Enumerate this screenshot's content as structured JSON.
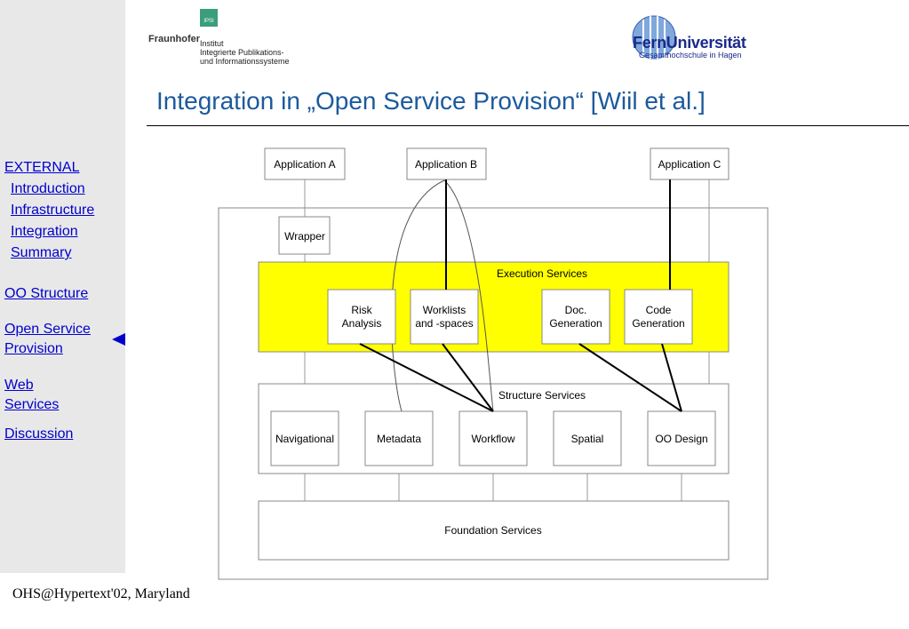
{
  "slide": {
    "title": "Integration in „Open Service Provision“ [Wiil et al.]",
    "footer": "OHS@Hypertext'02, Maryland"
  },
  "logos": {
    "fraunhofer": {
      "word": "Fraunhofer",
      "ipsi": "IPSI",
      "institute_lines": [
        "Institut",
        "Integrierte Publikations-",
        "und Informationssysteme"
      ]
    },
    "fernuni": {
      "name": "FernUniversität",
      "subtitle": "Gesamthochschule in Hagen"
    }
  },
  "sidebar": {
    "items": [
      {
        "label": "EXTERNAL",
        "level": 0
      },
      {
        "label": "Introduction",
        "level": 1
      },
      {
        "label": "Infrastructure",
        "level": 1
      },
      {
        "label": "Integration",
        "level": 1
      },
      {
        "label": "Summary",
        "level": 1
      },
      {
        "label": "OO Structure",
        "level": 0
      },
      {
        "label": "Open Service Provision",
        "level": 0,
        "lines": [
          "Open Service",
          "Provision"
        ],
        "current": true
      },
      {
        "label": "Web Services",
        "level": 0,
        "lines": [
          "Web",
          "Services"
        ]
      },
      {
        "label": "Discussion",
        "level": 0
      }
    ]
  },
  "diagram": {
    "applications": [
      "Application A",
      "Application B",
      "Application C"
    ],
    "wrapper": "Wrapper",
    "execution_services": {
      "label": "Execution Services",
      "color": "#ffff00",
      "components": [
        [
          "Risk",
          "Analysis"
        ],
        [
          "Worklists",
          "and -spaces"
        ],
        [
          "Doc.",
          "Generation"
        ],
        [
          "Code",
          "Generation"
        ]
      ]
    },
    "structure_services": {
      "label": "Structure Services",
      "components": [
        "Navigational",
        "Metadata",
        "Workflow",
        "Spatial",
        "OO Design"
      ]
    },
    "foundation_services": {
      "label": "Foundation Services"
    }
  }
}
